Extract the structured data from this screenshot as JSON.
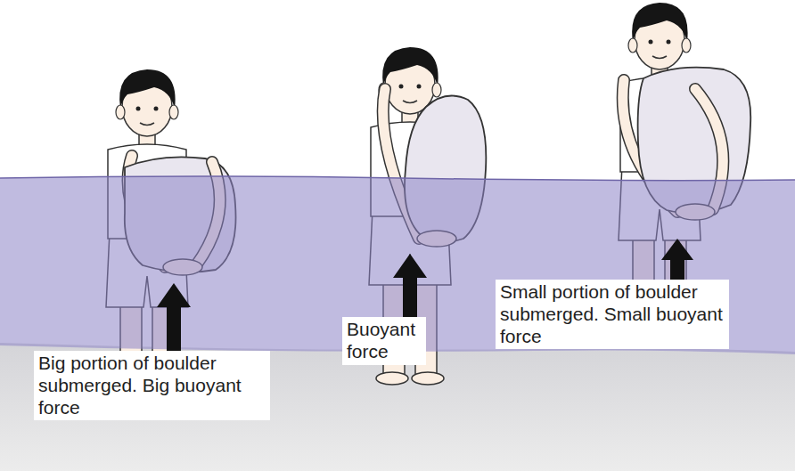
{
  "diagram": {
    "nodes": [
      {
        "text": [
          "Big portion of boulder submerged. Big buoyant force"
        ]
      },
      {
        "text": [
          "Buoyant force"
        ]
      },
      {
        "text": [
          "Small portion of boulder submerged. Small buoyant force"
        ]
      }
    ]
  }
}
